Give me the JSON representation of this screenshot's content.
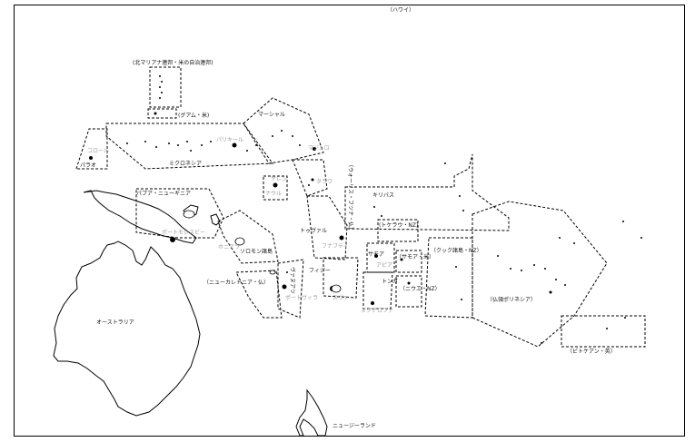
{
  "map": {
    "labels": {
      "hawaii": "（ハワイ）",
      "northern_mariana": "(北マリアナ連邦・米の自治連邦)",
      "guam": "(グアム・米)",
      "marshall": "マーシャル",
      "koror": "コロール",
      "palau": "パラオ",
      "palikir": "パリキール",
      "majuro": "マジュロ",
      "micronesia": "ミクロネシア",
      "tarawa": "タラワ",
      "yaren": "ヤレン",
      "nauru": "ナウル",
      "tuvalu_france": "（ウォーリス・フツナ・仏）",
      "kiribati": "キリバス",
      "papua_new_guinea": "パプア・ニューギニア",
      "port_moresby": "ポートモレスビー",
      "tokelau": "(トケラウ・NZ)",
      "honiara": "ホニアラ",
      "solomon": "ソロモン諸島",
      "tuvalu": "トゥヴァル",
      "funafuti": "フナフティ",
      "samoa": "サモア",
      "apia": "アピア",
      "american_samoa": "（サモア・米）",
      "cook": "（クック諸島・NZ）",
      "fiji": "フィジー",
      "suva": "スヴァ",
      "vanuatu": "ヴァヌアツ",
      "port_vila": "ポートヴィラ",
      "new_caledonia": "（ニューカレドニア・仏）",
      "tonga": "トンガ",
      "niue": "（ニウエ・NZ）",
      "nukualofa": "ヌクアロファ",
      "french_polynesia": "（仏領ポリネシア）",
      "pitcairn": "（ピトケアン・英）",
      "australia": "オーストラリア",
      "new_zealand": "ニュージーランド"
    }
  }
}
